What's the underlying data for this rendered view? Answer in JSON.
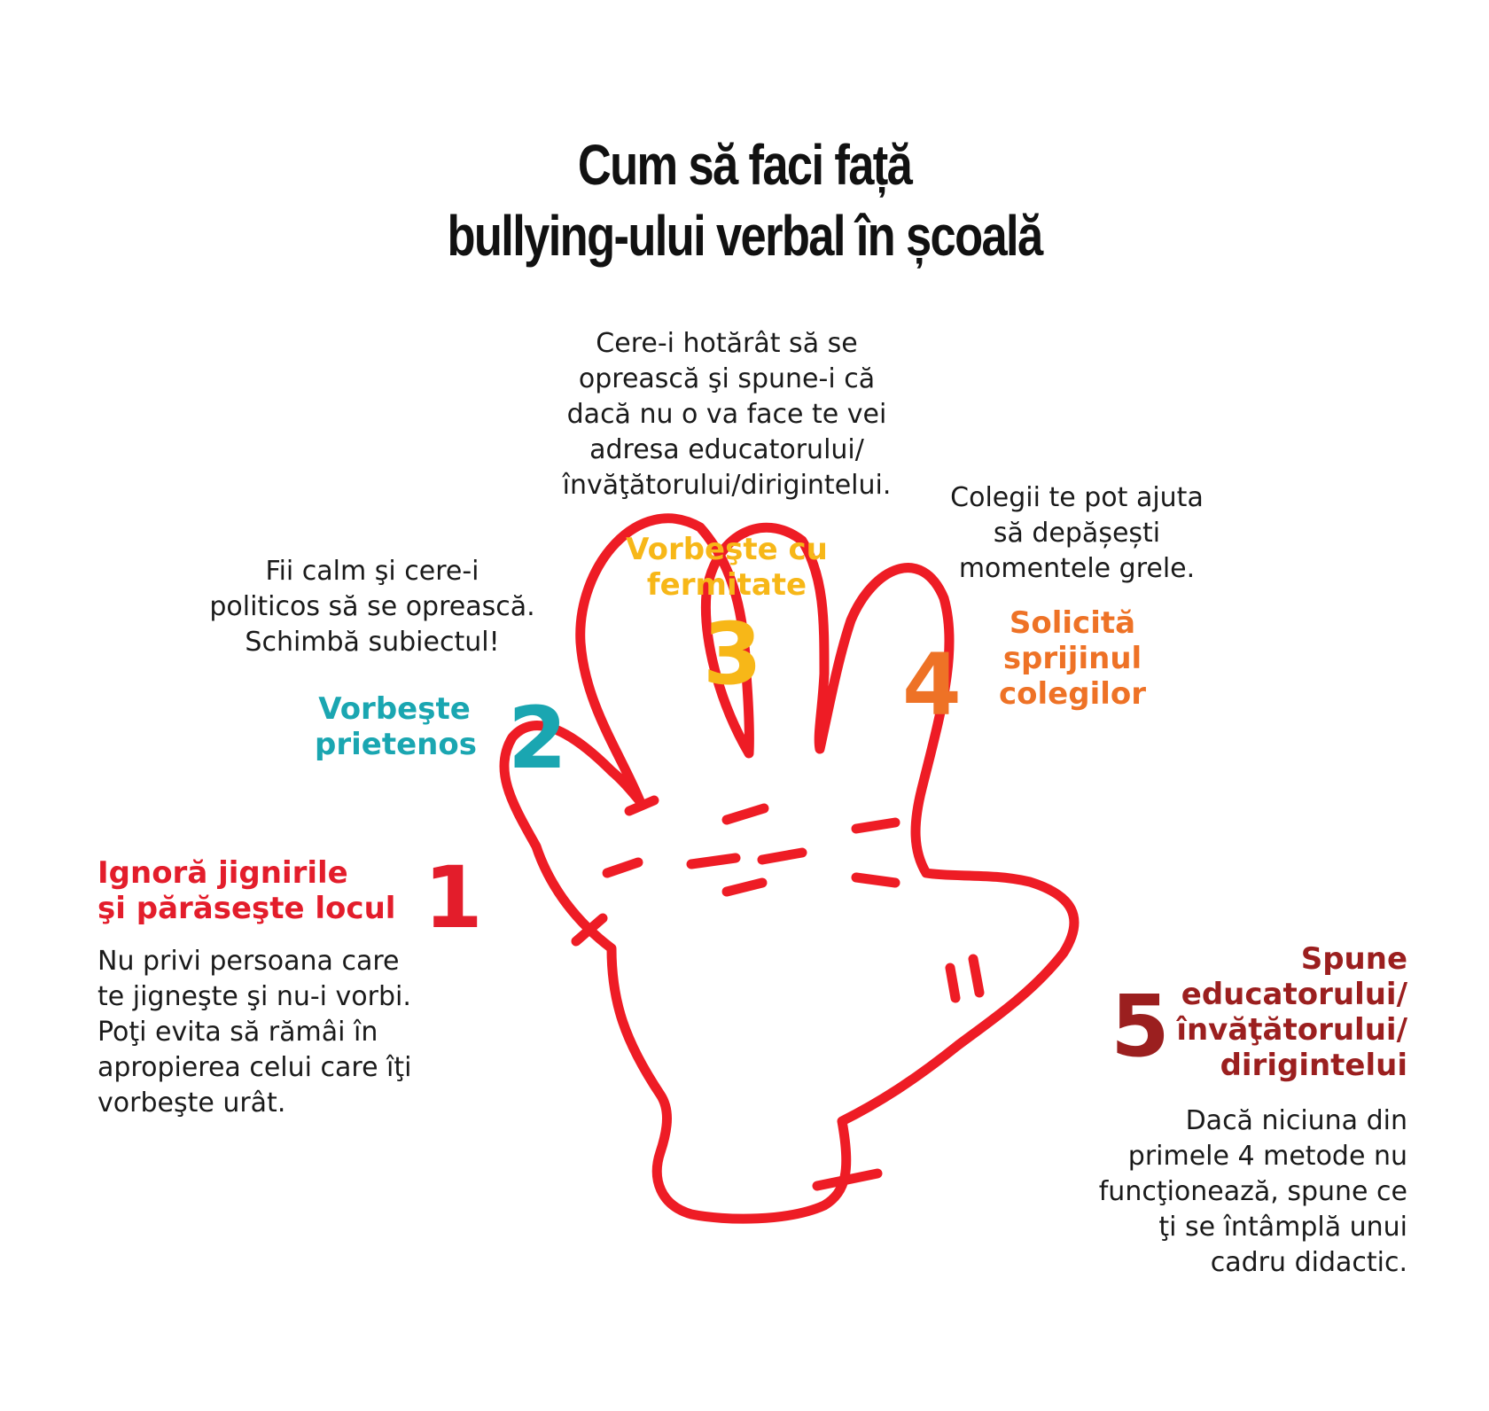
{
  "title": {
    "line1": "Cum să faci față",
    "line2": "bullying-ului verbal în școală"
  },
  "colors": {
    "step1": "#e31d2b",
    "step2": "#1aa6b1",
    "step3": "#f7b718",
    "step4": "#ee7226",
    "step5": "#9b1f1f",
    "hand_outline": "#ee1c25"
  },
  "steps": [
    {
      "number": "1",
      "heading": [
        "Ignoră jignirile",
        "şi părăseşte locul"
      ],
      "description": [
        "Nu privi persoana care",
        "te jigneşte şi nu-i vorbi.",
        "Poţi evita să rămâi în",
        "apropierea celui care îţi",
        "vorbeşte urât."
      ]
    },
    {
      "number": "2",
      "heading": [
        "Vorbeşte",
        "prietenos"
      ],
      "description": [
        "Fii calm şi cere-i",
        "politicos să se oprească.",
        "Schimbă subiectul!"
      ]
    },
    {
      "number": "3",
      "heading": [
        "Vorbeşte cu",
        "fermitate"
      ],
      "description": [
        "Cere-i hotărât să se",
        "oprească şi spune-i că",
        "dacă nu o va face te vei",
        "adresa educatorului/",
        "învăţătorului/dirigintelui."
      ]
    },
    {
      "number": "4",
      "heading": [
        "Solicită",
        "sprijinul",
        "colegilor"
      ],
      "description": [
        "Colegii te pot ajuta",
        "să depășești",
        "momentele grele."
      ]
    },
    {
      "number": "5",
      "heading": [
        "Spune",
        "educatorului/",
        "învăţătorului/",
        "dirigintelui"
      ],
      "description": [
        "Dacă niciuna din",
        "primele 4 metode nu",
        "funcţionează, spune ce",
        "ţi se întâmplă unui",
        "cadru didactic."
      ]
    }
  ]
}
